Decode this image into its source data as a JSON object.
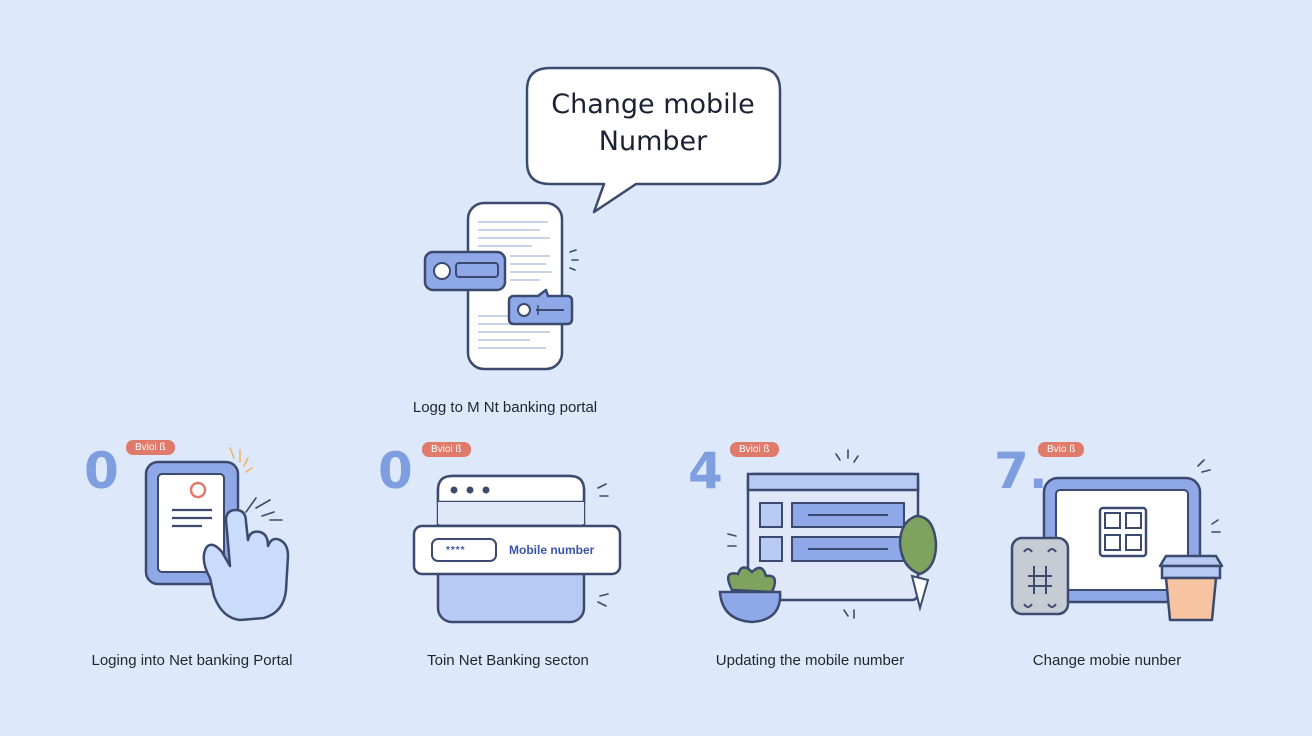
{
  "header": {
    "bubble_line1": "Change mobile",
    "bubble_line2": "Number",
    "caption": "Logg to M Nt banking portal"
  },
  "steps": [
    {
      "number": "0",
      "badge": "Bvioi ß",
      "caption": "Loging into Net banking Portal",
      "icon": "hand-tap-tablet-icon"
    },
    {
      "number": "0",
      "badge": "Bvioi ß",
      "caption": "Toin Net Banking secton",
      "icon": "browser-window-icon",
      "field_dots": "****",
      "field_label": "Mobile number"
    },
    {
      "number": "4",
      "badge": "Bvioi ß",
      "caption": "Updating the mobile number",
      "icon": "list-screen-icon"
    },
    {
      "number": "7.",
      "badge": "Bvio ß",
      "caption": "Change mobie nunber",
      "icon": "monitor-grid-icon"
    }
  ]
}
